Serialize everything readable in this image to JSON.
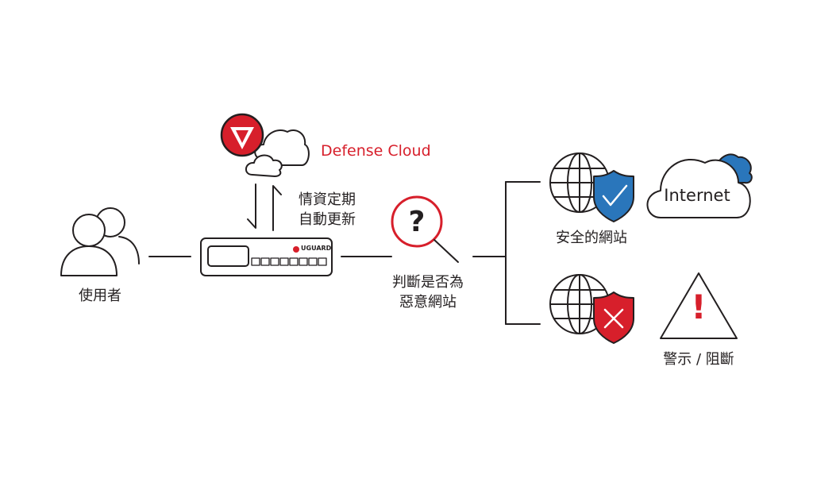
{
  "cloud_service": {
    "title": "Defense Cloud",
    "color": "#d71f2b"
  },
  "update_label": {
    "line1": "情資定期",
    "line2": "自動更新"
  },
  "user": {
    "label": "使用者"
  },
  "device": {
    "brand": "UGUARD"
  },
  "judge": {
    "line1": "判斷是否為",
    "line2": "惡意網站",
    "symbol": "?"
  },
  "safe": {
    "label": "安全的網站",
    "destination": "Internet",
    "shield_color": "#2a76bb"
  },
  "malicious": {
    "label": "警示 / 阻斷",
    "shield_color": "#d71f2b",
    "symbol": "!"
  },
  "colors": {
    "stroke": "#231f20",
    "accent_red": "#d71f2b",
    "accent_blue": "#2a76bb"
  }
}
